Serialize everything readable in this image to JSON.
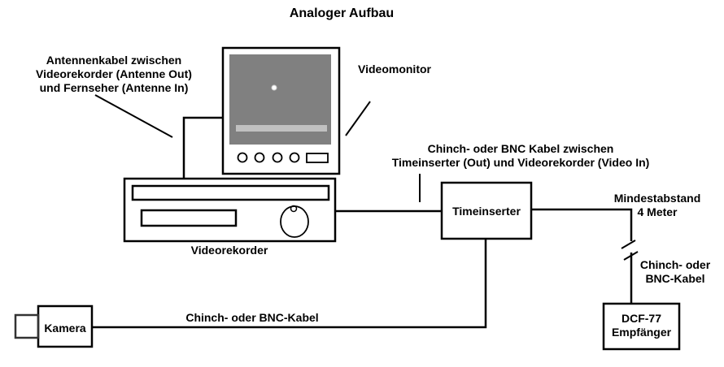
{
  "title": "Analoger Aufbau",
  "colors": {
    "line": "#000000",
    "background": "#ffffff",
    "screen": "#808080",
    "screen_bar": "#c0c0c0",
    "screen_dot": "#e8e8e8"
  },
  "labels": {
    "antenna_cable": [
      "Antennenkabel zwischen",
      "Videorekorder (Antenne Out)",
      "und Fernseher (Antenne In)"
    ],
    "videomonitor": "Videomonitor",
    "video_cable": [
      "Chinch- oder BNC Kabel zwischen",
      "Timeinserter (Out) und Videorekorder (Video In)"
    ],
    "videorekorder": "Videorekorder",
    "timeinserter": "Timeinserter",
    "min_distance": [
      "Mindestabstand",
      "4 Meter"
    ],
    "dcf_cable": [
      "Chinch- oder",
      "BNC-Kabel"
    ],
    "dcf_receiver": [
      "DCF-77",
      "Empfänger"
    ],
    "camera": "Kamera",
    "camera_cable": "Chinch- oder BNC-Kabel"
  },
  "components": [
    {
      "id": "videomonitor",
      "label": "Videomonitor",
      "buttons": 4
    },
    {
      "id": "videorekorder",
      "label": "Videorekorder"
    },
    {
      "id": "timeinserter",
      "label": "Timeinserter"
    },
    {
      "id": "dcf77",
      "label": "DCF-77 Empfänger"
    },
    {
      "id": "kamera",
      "label": "Kamera"
    }
  ],
  "connections": [
    {
      "from": "videorekorder",
      "to": "videomonitor",
      "type": "Antennenkabel"
    },
    {
      "from": "timeinserter",
      "to": "videorekorder",
      "type": "Chinch- oder BNC Kabel"
    },
    {
      "from": "dcf77",
      "to": "timeinserter",
      "type": "Chinch- oder BNC-Kabel",
      "note": "Mindestabstand 4 Meter"
    },
    {
      "from": "kamera",
      "to": "timeinserter",
      "type": "Chinch- oder BNC-Kabel"
    }
  ]
}
